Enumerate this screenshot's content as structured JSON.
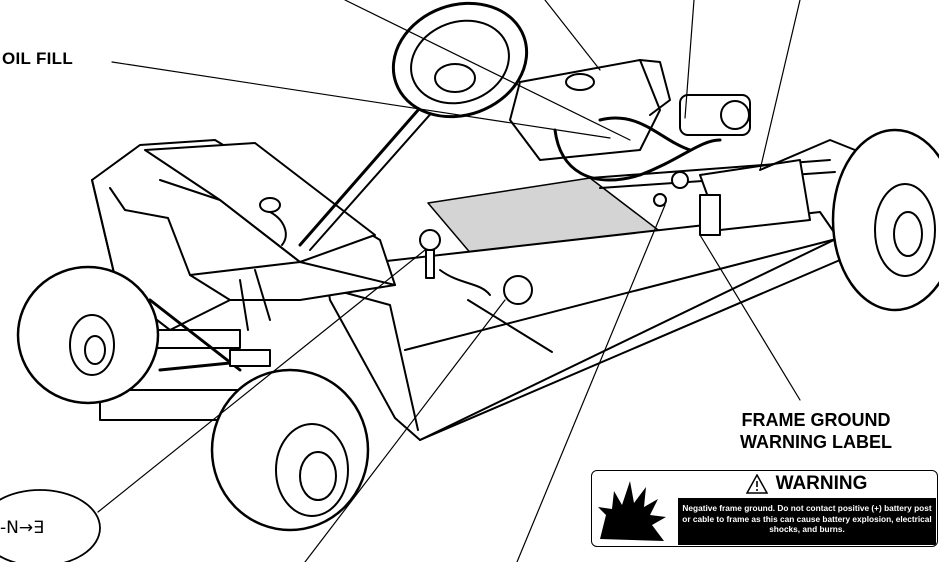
{
  "callouts": {
    "oil_fill": "OIL FILL",
    "frame_ground_line1": "FRAME GROUND",
    "frame_ground_line2": "WARNING LABEL"
  },
  "warning_label": {
    "heading": "WARNING",
    "text": "Negative frame ground. Do not contact positive (+) battery post or cable to frame as this can cause battery explosion, electrical shocks, and burns."
  },
  "shift_indicator": {
    "text": "-N→∃"
  },
  "icons": {
    "warning_triangle": "warning-triangle-icon",
    "explosion": "explosion-burst-icon"
  },
  "colors": {
    "line": "#000000",
    "floor_panel": "#d4d4d4",
    "background": "#ffffff"
  }
}
